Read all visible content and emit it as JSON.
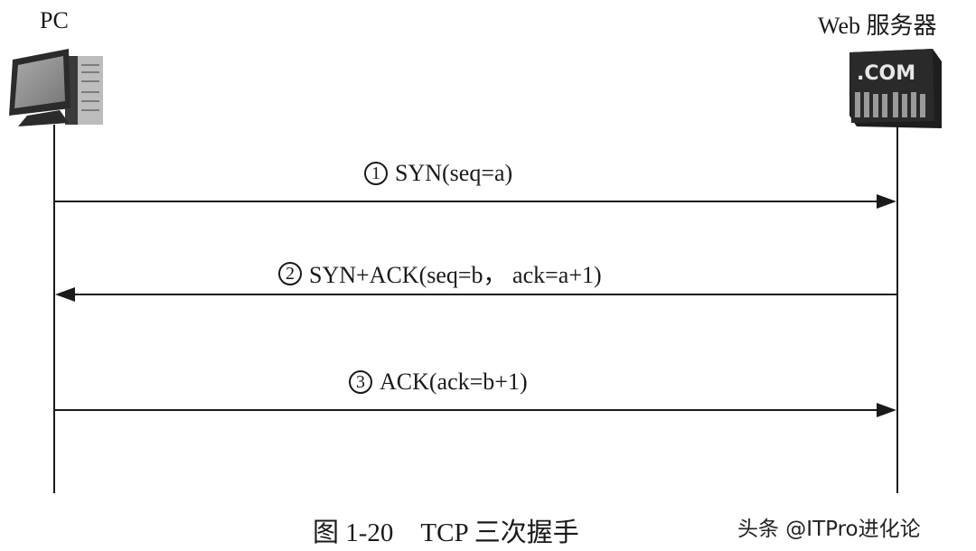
{
  "nodes": {
    "client": {
      "label": "PC",
      "icon": "desktop-computer-icon"
    },
    "server": {
      "label": "Web 服务器",
      "icon": "web-server-icon",
      "icon_text": ".COM"
    }
  },
  "messages": [
    {
      "number": "1",
      "text": "SYN(seq=a)",
      "direction": "client-to-server"
    },
    {
      "number": "2",
      "text": "SYN+ACK(seq=b， ack=a+1)",
      "direction": "server-to-client"
    },
    {
      "number": "3",
      "text": "ACK(ack=b+1)",
      "direction": "client-to-server"
    }
  ],
  "caption": {
    "figure": "图 1-20",
    "title": "TCP 三次握手"
  },
  "watermark": "头条 @ITPro进化论"
}
